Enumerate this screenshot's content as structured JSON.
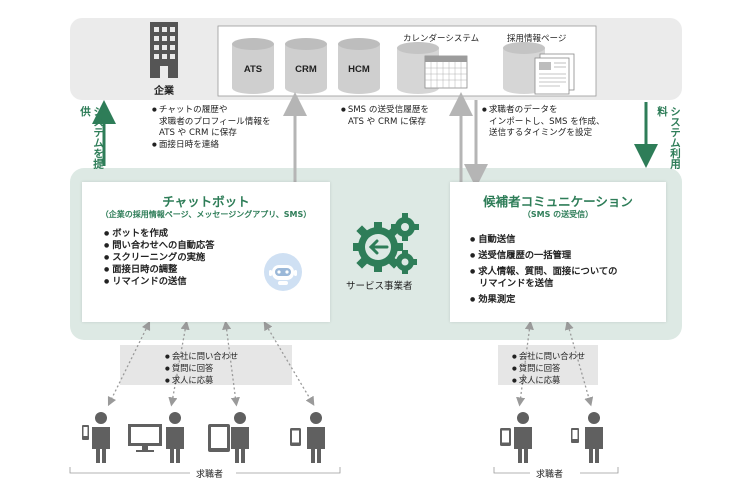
{
  "company": {
    "label": "企業",
    "systems": [
      {
        "label": "ATS"
      },
      {
        "label": "CRM"
      },
      {
        "label": "HCM"
      },
      {
        "label": "カレンダーシステム"
      },
      {
        "label": "採用情報ページ"
      }
    ]
  },
  "flows": {
    "left_vertical": "システムを提供",
    "right_vertical": "システム利用料",
    "chatbot_to_company": [
      "チャットの履歴や",
      "求職者のプロフィール情報を",
      "ATS や CRM に保存",
      "面接日時を連絡"
    ],
    "sms_to_company": [
      "SMS の送受信履歴を",
      "ATS や CRM に保存"
    ],
    "company_to_comm": [
      "求職者のデータを",
      "インポートし、SMS を作成、",
      "送信するタイミングを設定"
    ]
  },
  "chatbot": {
    "title": "チャットボット",
    "subtitle": "（企業の採用情報ページ、メッセージングアプリ、SMS）",
    "items": [
      "ボットを作成",
      "問い合わせへの自動応答",
      "スクリーニングの実施",
      "面接日時の調整",
      "リマインドの送信"
    ]
  },
  "provider": {
    "label": "サービス事業者"
  },
  "comm": {
    "title": "候補者コミュニケーション",
    "subtitle": "（SMS の送受信）",
    "items": [
      "自動送信",
      "送受信履歴の一括管理",
      "求人情報、質問、面接についての",
      "リマインドを送信",
      "効果測定"
    ]
  },
  "seekers_left": {
    "actions": [
      "会社に問い合わせ",
      "質問に回答",
      "求人に応募"
    ],
    "label": "求職者"
  },
  "seekers_right": {
    "actions": [
      "会社に問い合わせ",
      "質問に回答",
      "求人に応募"
    ],
    "label": "求職者"
  },
  "colors": {
    "green": "#2e7d58",
    "light_green": "#dde9e4",
    "grey_band": "#ebebeb",
    "arrow_grey": "#b5b5b5"
  }
}
